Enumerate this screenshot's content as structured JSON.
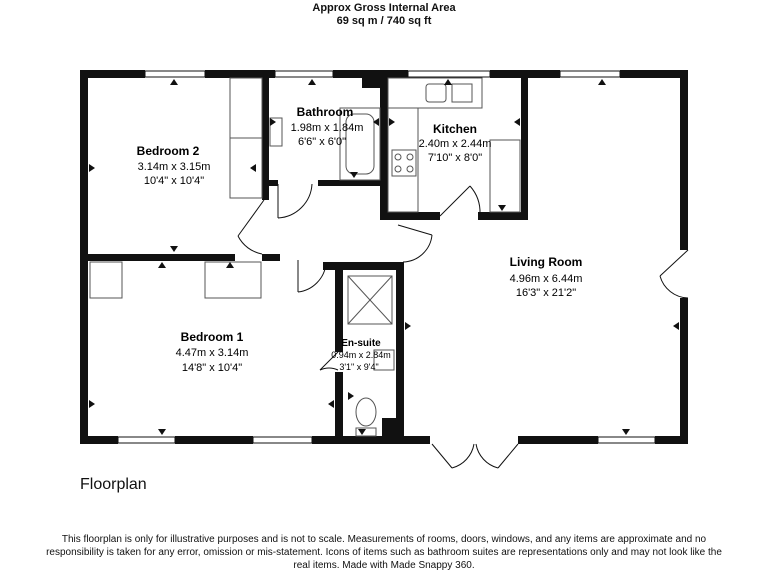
{
  "header": {
    "line1": "Approx Gross Internal Area",
    "line2": "69 sq m / 740 sq ft"
  },
  "rooms": {
    "bedroom2": {
      "name": "Bedroom 2",
      "metric": "3.14m x 3.15m",
      "imperial": "10'4\" x 10'4\""
    },
    "bathroom": {
      "name": "Bathroom",
      "metric": "1.98m x 1.84m",
      "imperial": "6'6\" x 6'0\""
    },
    "kitchen": {
      "name": "Kitchen",
      "metric": "2.40m x 2.44m",
      "imperial": "7'10\" x 8'0\""
    },
    "living": {
      "name": "Living Room",
      "metric": "4.96m x 6.44m",
      "imperial": "16'3\" x 21'2\""
    },
    "bedroom1": {
      "name": "Bedroom 1",
      "metric": "4.47m x 3.14m",
      "imperial": "14'8\" x 10'4\""
    },
    "ensuite": {
      "name": "En-suite",
      "metric": "0.94m x 2.84m",
      "imperial": "3'1\" x 9'4\""
    }
  },
  "floor_label": "Floorplan",
  "disclaimer": "This floorplan is only for illustrative purposes and is not to scale. Measurements of rooms, doors, windows, and any items are approximate and no responsibility is taken for any error, omission or mis-statement. Icons of items such as bathroom suites are representations only and may not look like the real items. Made with Made Snappy 360.",
  "colors": {
    "wall": "#111111",
    "line": "#555555",
    "background": "#ffffff"
  }
}
